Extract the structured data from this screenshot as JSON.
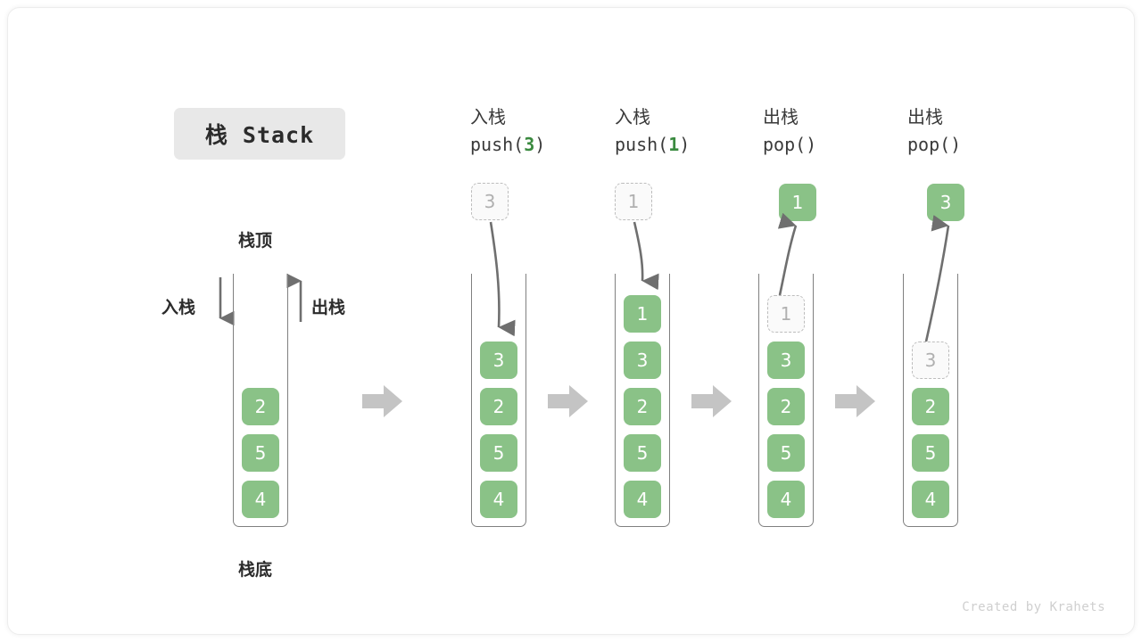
{
  "title": {
    "badge": "栈 Stack"
  },
  "legend": {
    "top_label": "栈顶",
    "bottom_label": "栈底",
    "push_label": "入栈",
    "pop_label": "出栈"
  },
  "credit": "Created by Krahets",
  "colors": {
    "cell_fill": "#8ac287",
    "cell_text": "#ffffff",
    "ghost_fill": "#fafafa",
    "ghost_border": "#bdbdbd",
    "ghost_text": "#b0b0b0",
    "container_stroke": "#808080",
    "arrow_gray": "#6f6f6f",
    "block_arrow": "#c4c4c4",
    "badge_bg": "#e8e8e8",
    "accent_green": "#3a8a3f"
  },
  "stages": [
    {
      "id": "initial",
      "head_cn": "",
      "head_code_prefix": "",
      "head_code_arg": "",
      "head_code_suffix": "",
      "floating": null,
      "cells": [
        "2",
        "5",
        "4"
      ]
    },
    {
      "id": "push-3",
      "head_cn": "入栈",
      "head_code_prefix": "push(",
      "head_code_arg": "3",
      "head_code_suffix": ")",
      "floating": {
        "value": "3",
        "style": "ghost"
      },
      "cells": [
        "3",
        "2",
        "5",
        "4"
      ]
    },
    {
      "id": "push-1",
      "head_cn": "入栈",
      "head_code_prefix": "push(",
      "head_code_arg": "1",
      "head_code_suffix": ")",
      "floating": {
        "value": "1",
        "style": "ghost"
      },
      "cells": [
        "1",
        "3",
        "2",
        "5",
        "4"
      ]
    },
    {
      "id": "pop-1",
      "head_cn": "出栈",
      "head_code_prefix": "pop(",
      "head_code_arg": "",
      "head_code_suffix": ")",
      "floating": {
        "value": "1",
        "style": "solid"
      },
      "cells": [
        "1",
        "3",
        "2",
        "5",
        "4"
      ],
      "ghost_index": 0
    },
    {
      "id": "pop-3",
      "head_cn": "出栈",
      "head_code_prefix": "pop(",
      "head_code_arg": "",
      "head_code_suffix": ")",
      "floating": {
        "value": "3",
        "style": "solid"
      },
      "cells": [
        "3",
        "2",
        "5",
        "4"
      ],
      "ghost_index": 0
    }
  ],
  "separators": [
    "arrow-right-icon",
    "arrow-right-icon",
    "arrow-right-icon",
    "arrow-right-icon"
  ]
}
